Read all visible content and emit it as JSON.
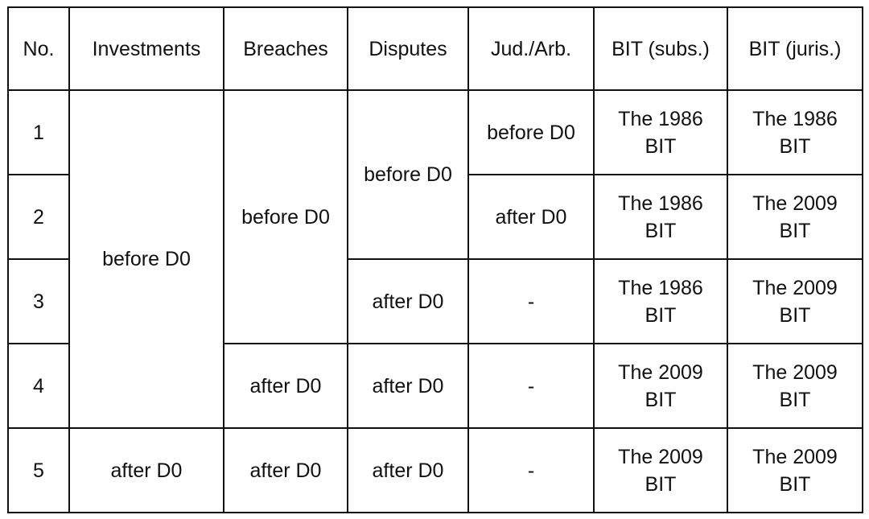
{
  "table": {
    "headers": [
      "No.",
      "Investments",
      "Breaches",
      "Disputes",
      "Jud./Arb.",
      "BIT (subs.)",
      "BIT (juris.)"
    ],
    "rows": [
      {
        "no": "1",
        "investments": "before D0",
        "breaches": "before D0",
        "disputes": "before D0",
        "jud_arb": "before D0",
        "bit_subs": [
          "The 1986",
          "BIT"
        ],
        "bit_juris": [
          "The 1986",
          "BIT"
        ]
      },
      {
        "no": "2",
        "investments": "before D0",
        "breaches": "before D0",
        "disputes": "before D0",
        "jud_arb": "after D0",
        "bit_subs": [
          "The 1986",
          "BIT"
        ],
        "bit_juris": [
          "The 2009",
          "BIT"
        ]
      },
      {
        "no": "3",
        "investments": "before D0",
        "breaches": "before D0",
        "disputes": "after D0",
        "jud_arb": "-",
        "bit_subs": [
          "The 1986",
          "BIT"
        ],
        "bit_juris": [
          "The 2009",
          "BIT"
        ]
      },
      {
        "no": "4",
        "investments": "before D0",
        "breaches": "after D0",
        "disputes": "after D0",
        "jud_arb": "-",
        "bit_subs": [
          "The 2009",
          "BIT"
        ],
        "bit_juris": [
          "The 2009",
          "BIT"
        ]
      },
      {
        "no": "5",
        "investments": "after D0",
        "breaches": "after D0",
        "disputes": "after D0",
        "jud_arb": "-",
        "bit_subs": [
          "The 2009",
          "BIT"
        ],
        "bit_juris": [
          "The 2009",
          "BIT"
        ]
      }
    ]
  }
}
